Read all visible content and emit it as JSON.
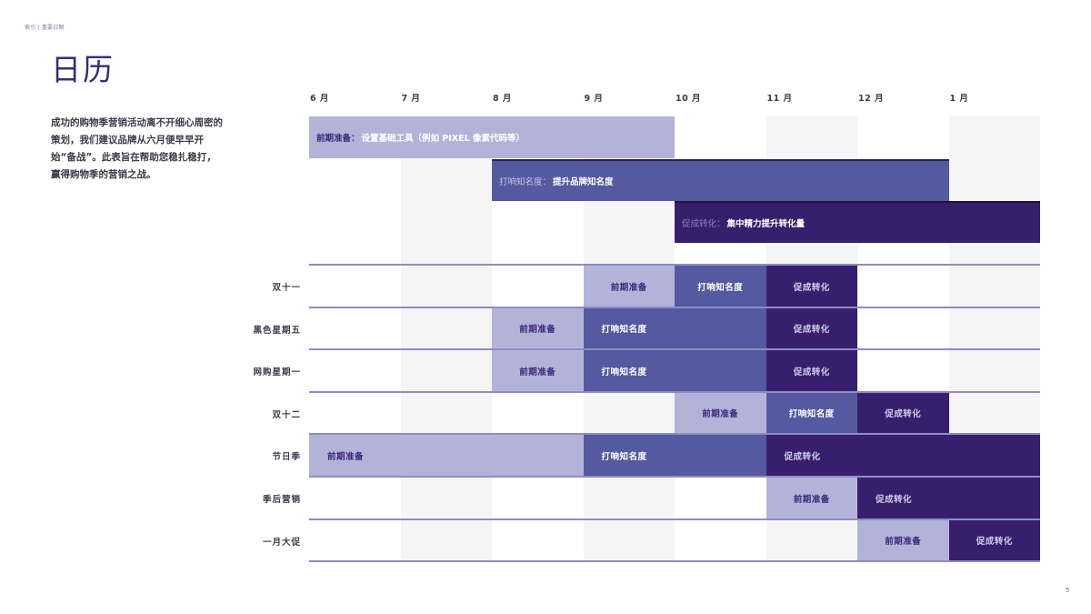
{
  "breadcrumb": "索引 | 重要日期",
  "title": "日历",
  "intro": "成功的购物季营销活动离不开细心周密的策划，我们建议品牌从六月便早早开始“备战”。此表旨在帮助您稳扎稳打，赢得购物季的营销之战。",
  "page_number": "5",
  "colors": {
    "prep": "#b3b3da",
    "awareness": "#5459a0",
    "conversion": "#371f6e",
    "title": "#3a2a7a",
    "column_shade": "#f5f5f6",
    "row_line": "#8d8cc4"
  },
  "months": [
    "6 月",
    "7 月",
    "8 月",
    "9 月",
    "10 月",
    "11 月",
    "12 月",
    "1 月"
  ],
  "phases": [
    {
      "lead": "前期准备：",
      "text": "设置基础工具（例如 PIXEL 像素代码等）",
      "start": 0,
      "span": 4
    },
    {
      "lead": "打响知名度：",
      "text": "提升品牌知名度",
      "start": 2,
      "span": 5
    },
    {
      "lead": "促成转化：",
      "text": "集中精力提升转化量",
      "start": 4,
      "span": 4
    }
  ],
  "events": [
    {
      "label": "双十一",
      "cells": [
        {
          "type": "prep",
          "text": "前期准备",
          "start": 3,
          "span": 1
        },
        {
          "type": "aware",
          "text": "打响知名度",
          "start": 4,
          "span": 1
        },
        {
          "type": "convert",
          "text": "促成转化",
          "start": 5,
          "span": 1
        }
      ]
    },
    {
      "label": "黑色星期五",
      "cells": [
        {
          "type": "prep",
          "text": "前期准备",
          "start": 2,
          "span": 1
        },
        {
          "type": "aware",
          "text": "打响知名度",
          "start": 3,
          "span": 2
        },
        {
          "type": "convert",
          "text": "促成转化",
          "start": 5,
          "span": 1
        }
      ]
    },
    {
      "label": "网购星期一",
      "cells": [
        {
          "type": "prep",
          "text": "前期准备",
          "start": 2,
          "span": 1
        },
        {
          "type": "aware",
          "text": "打响知名度",
          "start": 3,
          "span": 2
        },
        {
          "type": "convert",
          "text": "促成转化",
          "start": 5,
          "span": 1
        }
      ]
    },
    {
      "label": "双十二",
      "cells": [
        {
          "type": "prep",
          "text": "前期准备",
          "start": 4,
          "span": 1
        },
        {
          "type": "aware",
          "text": "打响知名度",
          "start": 5,
          "span": 1
        },
        {
          "type": "convert",
          "text": "促成转化",
          "start": 6,
          "span": 1
        }
      ]
    },
    {
      "label": "节日季",
      "cells": [
        {
          "type": "prep",
          "text": "前期准备",
          "start": 0,
          "span": 3
        },
        {
          "type": "aware",
          "text": "打响知名度",
          "start": 3,
          "span": 2
        },
        {
          "type": "convert",
          "text": "促成转化",
          "start": 5,
          "span": 3
        }
      ]
    },
    {
      "label": "季后营销",
      "cells": [
        {
          "type": "prep",
          "text": "前期准备",
          "start": 5,
          "span": 1
        },
        {
          "type": "convert",
          "text": "促成转化",
          "start": 6,
          "span": 2
        }
      ]
    },
    {
      "label": "一月大促",
      "cells": [
        {
          "type": "prep",
          "text": "前期准备",
          "start": 6,
          "span": 1
        },
        {
          "type": "convert",
          "text": "促成转化",
          "start": 7,
          "span": 1
        }
      ]
    }
  ]
}
